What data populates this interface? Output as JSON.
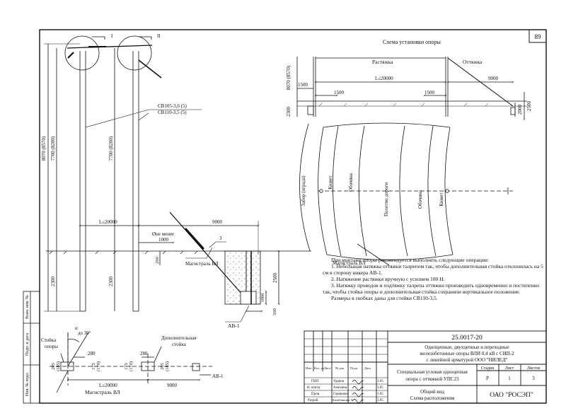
{
  "sheet_number": "89",
  "doc_code": "25.0017-20",
  "doc_title": [
    "Одноцепные, двухцепные и переходные",
    "железобетонные опоры ВЛИ 0,4 кВ с СИП-2",
    "с линейной арматурой ООО \"НИЛЕД\""
  ],
  "item_title": [
    "Специальная угловая одноцепная",
    "опора с оттяжкой УПС23"
  ],
  "sheet_title": [
    "Общий вид",
    "Схема расположения"
  ],
  "company": "ОАО \"РОСЭП\"",
  "stage": {
    "header": "Стадия",
    "value": "Р"
  },
  "sheet": {
    "header": "Лист",
    "value": "1"
  },
  "sheets": {
    "header": "Листов",
    "value": "3"
  },
  "rev_headers": [
    "Изм.",
    "Кол. уч",
    "Лист",
    "№ док",
    "Подп.",
    "Дата"
  ],
  "signers": [
    {
      "role": "ГИП",
      "name": "Ударов",
      "date": "3.05"
    },
    {
      "role": "Н. контр.",
      "name": "Амелина",
      "date": "3.05"
    },
    {
      "role": "Пров.",
      "name": "Горшенко",
      "date": "3.05"
    },
    {
      "role": "Разраб.",
      "name": "Калабишина А.",
      "date": "3.05"
    }
  ],
  "side_stamp": [
    "Взам. инв. №",
    "Подп. и дата",
    "Инв. № подл."
  ],
  "labels": {
    "roman_1": "I",
    "roman_2": "II",
    "sv105": "СВ105-3,6 (5)",
    "sv110": "СВ110-3,5 (5)",
    "dim_8070": "8070 (8570)",
    "dim_7700a": "7700 (8200)",
    "dim_7700b": "7700 (8200)",
    "dim_2300a": "2300",
    "dim_2300b": "2300",
    "dim_L": "L≤20000",
    "dim_9000": "9000",
    "not_less": "Øне менее",
    "dim_1000": "1000",
    "dim_200": "200",
    "num_3": "3",
    "dim_2500": "2500",
    "dim_1000b": "1000",
    "dim_500": "500",
    "ab1": "АВ-1",
    "magistral": "Магистраль ВЛ",
    "scheme_title": "Схема установки опоры",
    "rastyazhka": "Растяжка",
    "ottyazhka": "Оттяжка",
    "dim_8070r": "8070 (8570)",
    "dim_1500a": "1500",
    "dim_1500b": "1500",
    "dim_1500c": "1500",
    "dim_L_r": "L≤20000",
    "dim_9000r": "9000",
    "dim_2300r": "2300",
    "dim_2000": "2000",
    "dim_2500r": "2500",
    "zabor": "Забор (ограда)",
    "kyuvet_l": "Кювет",
    "obochina_l": "Обочина",
    "polotno": "Полотно дороги",
    "obochina_r": "Обочина",
    "kyuvet_r": "Кювет",
    "magistral_r": "Магистраль ВЛ",
    "alpha": "α",
    "do30": "до 30°",
    "stoyka": [
      "Стойка",
      "опоры"
    ],
    "dop_stoyka": [
      "Дополнительная",
      "стойка"
    ],
    "dim_280a": "280",
    "dim_280b": "280",
    "dim_205a": "205",
    "dim_185a": "(185)",
    "dim_175a": "175",
    "dim_170a": "(170)",
    "dim_175b": "175",
    "dim_170b": "(170)",
    "dim_205b": "205",
    "dim_185b": "(185)",
    "dim_L_b": "L≤20000",
    "dim_9000b": "9000",
    "ab1_b": "АВ-1",
    "magistral_b": "Магистраль ВЛ"
  },
  "notes": [
    "При монтаже опоры рекомендуется выполнить следующие операции:",
    "1. Небольшая натяжка оттяжки талрепом так, чтобы дополнительная стойка отклонилась на 5 см в сторону викера АВ-1.",
    "2. Натяжение растяжки вручную с усилием 100 Н.",
    "3. Натяжку проводов и подтяжку талрепа оттяжки производить одновременно и постепенно так, чтобы стойка опоры и дополнительная стойка сохраняли вертикальное положение.",
    "Размеры в скобках даны для стойки СВ110-3,5."
  ]
}
